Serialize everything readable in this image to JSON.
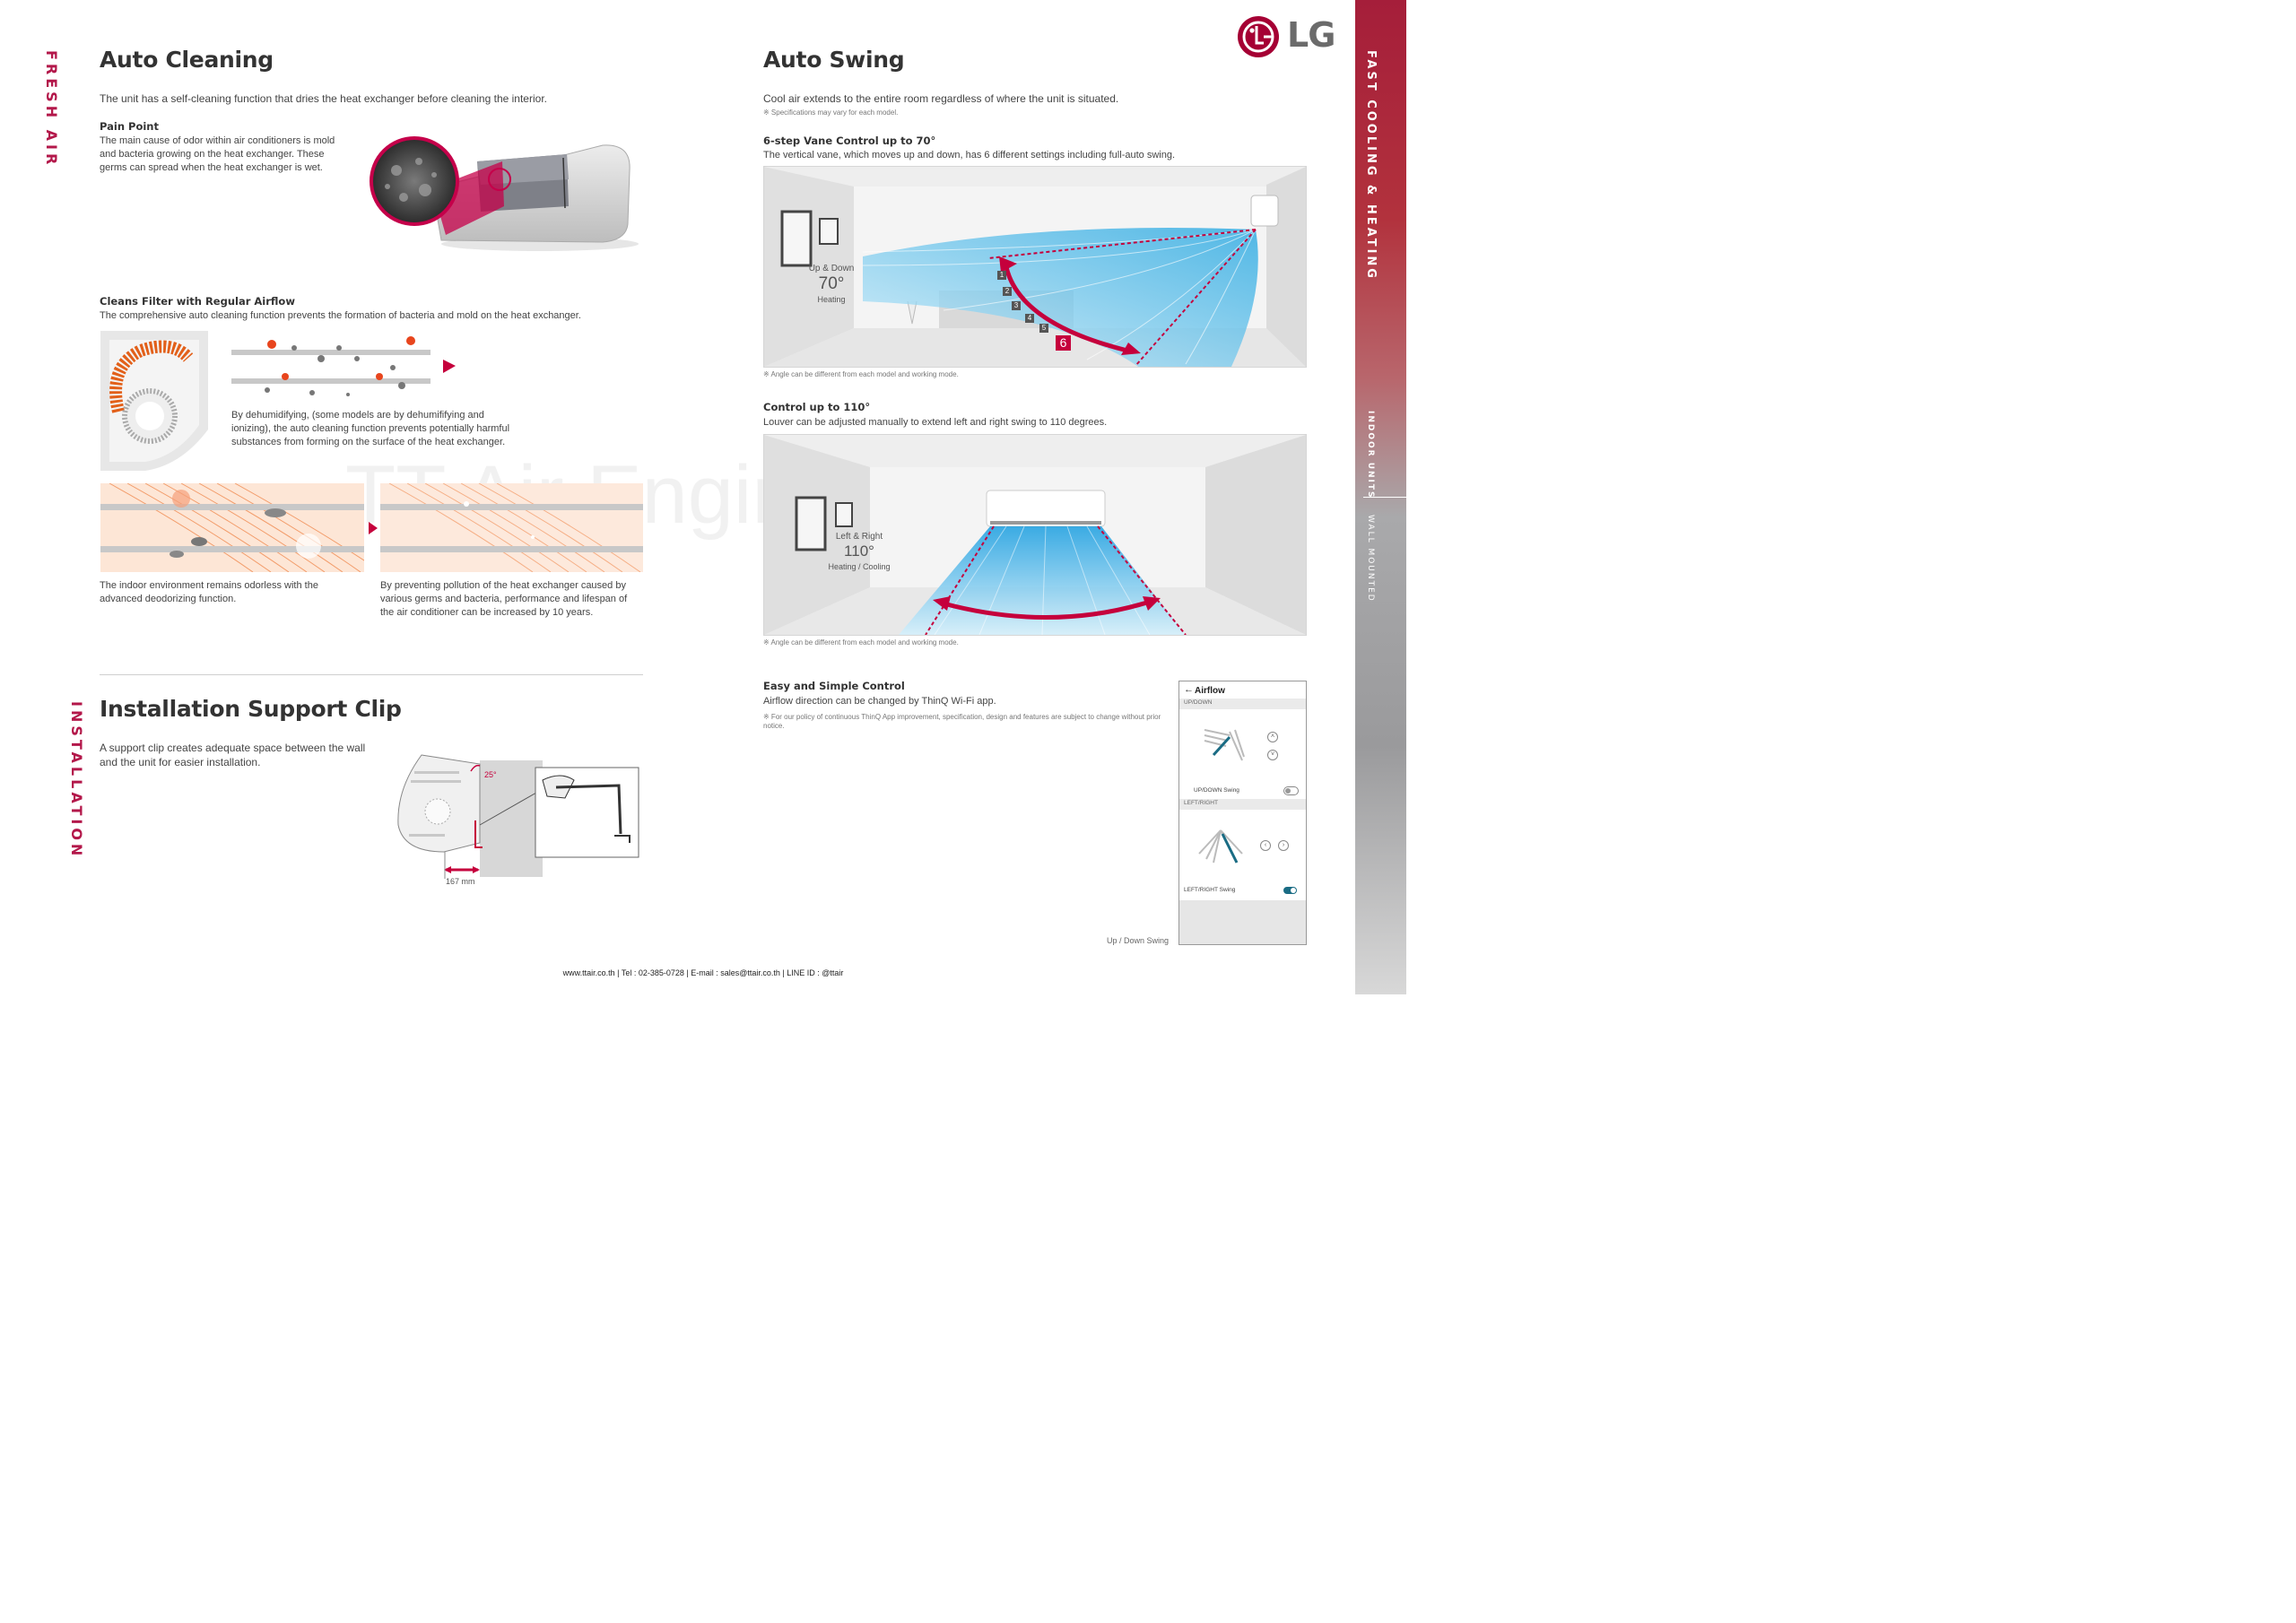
{
  "side_labels": {
    "fresh_air": "FRESH AIR",
    "installation": "INSTALLATION",
    "fast_cooling": "FAST COOLING & HEATING",
    "indoor_units": "INDOOR UNITS",
    "wall_mounted": "WALL MOUNTED"
  },
  "brand": {
    "logo_text": "LG",
    "accent": "#a50034"
  },
  "auto_cleaning": {
    "title": "Auto Cleaning",
    "intro": "The unit has a self-cleaning function that dries the heat exchanger before cleaning the interior.",
    "pain_point_title": "Pain Point",
    "pain_point_text": "The main cause of odor within air conditioners is mold and bacteria growing on the heat exchanger. These germs can spread when the heat exchanger is wet.",
    "filter_title": "Cleans Filter with Regular Airflow",
    "filter_text": "The comprehensive auto cleaning function prevents the formation of bacteria and mold on the heat exchanger.",
    "dehumidify_text": "By dehumidifying, (some models are by  dehumififying and ionizing), the auto cleaning function prevents potentially harmful substances from forming on the surface of the heat exchanger.",
    "odorless_text": "The indoor environment remains odorless with the advanced deodorizing function.",
    "lifespan_text": "By preventing pollution of the heat exchanger caused by various germs and bacteria, performance and lifespan of the air conditioner can be increased by 10 years."
  },
  "installation": {
    "title": "Installation Support Clip",
    "text": "A support clip creates adequate space between the wall and the unit for easier installation.",
    "angle_label": "25°",
    "distance_label": "167 mm"
  },
  "auto_swing": {
    "title": "Auto Swing",
    "intro": "Cool air extends to the entire room regardless of where the unit is situated.",
    "spec_note": "※ Specifications may vary for each model.",
    "vane_title": "6-step Vane Control up to 70°",
    "vane_text": "The vertical vane, which moves up and down, has 6 different settings including full-auto swing.",
    "vane_overlay_label": "Up & Down",
    "vane_overlay_angle": "70°",
    "vane_overlay_mode": "Heating",
    "vane_steps": [
      "1",
      "2",
      "3",
      "4",
      "5",
      "6"
    ],
    "angle_note_1": "※ Angle can be different from each model and working mode.",
    "control_title": "Control up to 110°",
    "control_text": "Louver can be adjusted manually to extend left and right swing to 110 degrees.",
    "control_overlay_label": "Left & Right",
    "control_overlay_angle": "110°",
    "control_overlay_mode": "Heating / Cooling",
    "angle_note_2": "※ Angle can be different from each model and working mode.",
    "easy_title": "Easy and Simple Control",
    "easy_text": "Airflow direction can be changed by ThinQ Wi-Fi app.",
    "easy_note": "※ For our policy of continuous ThinQ App improvement, specification, design and features are subject to change without prior notice.",
    "caption_updown": "Up / Down Swing"
  },
  "app": {
    "title": "Airflow",
    "section_updown": "UP/DOWN",
    "updown_swing_label": "UP/DOWN Swing",
    "section_leftright": "LEFT/RIGHT",
    "leftright_swing_label": "LEFT/RIGHT Swing",
    "updown_swing_on": false,
    "leftright_swing_on": true
  },
  "watermark": "TT Air Engineering",
  "footer": "www.ttair.co.th | Tel : 02-385-0728 | E-mail : sales@ttair.co.th | LINE ID : @ttair"
}
